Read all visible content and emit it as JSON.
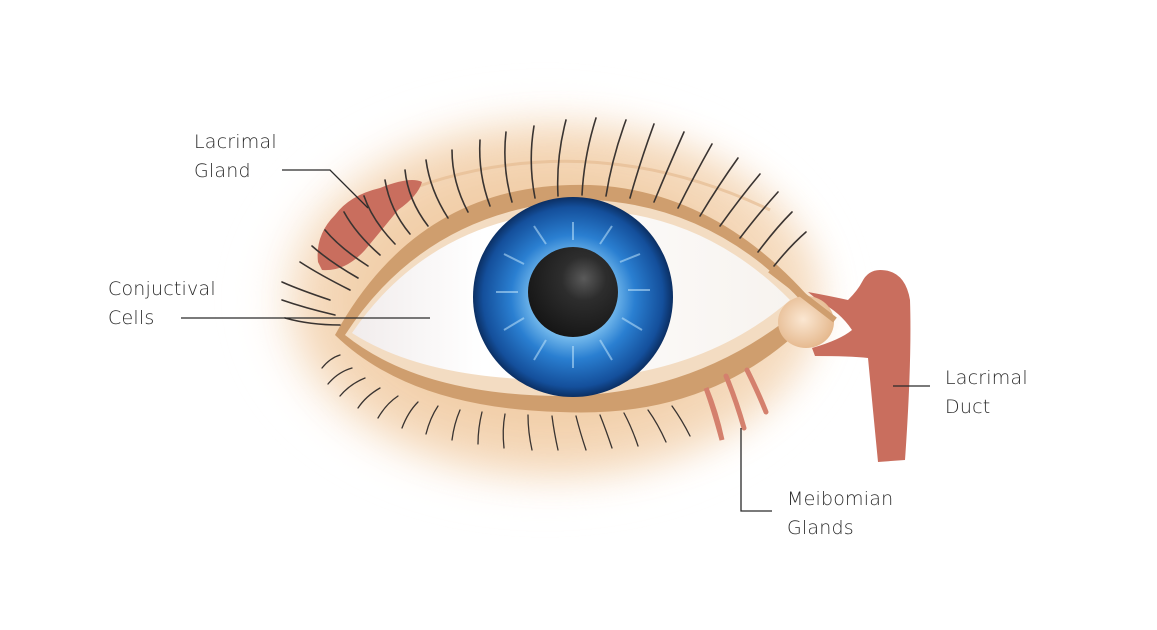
{
  "diagram": {
    "subject": "Human eye anatomy (tear film glands)",
    "colors": {
      "background": "#ffffff",
      "skin_glow": "#f0c9a0",
      "eyelid_rim": "#cf9e6e",
      "sclera": "#fbf8f5",
      "iris_outer": "#0f4e9a",
      "iris_mid": "#2a7fd1",
      "iris_inner": "#7ec1f0",
      "pupil": "#1f1f1f",
      "gland_color": "#c96e5e",
      "lash_color": "#3a3431",
      "leader_line": "#2a2a2a",
      "label_text": "#2a2a2a"
    },
    "labels": [
      {
        "id": "lacrimal-gland",
        "lines": [
          "Lacrimal",
          "Gland"
        ]
      },
      {
        "id": "conjunctival-cells",
        "lines": [
          "Conjuctival",
          "Cells"
        ]
      },
      {
        "id": "lacrimal-duct",
        "lines": [
          "Lacrimal",
          "Duct"
        ]
      },
      {
        "id": "meibomian-glands",
        "lines": [
          "Meibomian",
          "Glands"
        ]
      }
    ]
  }
}
